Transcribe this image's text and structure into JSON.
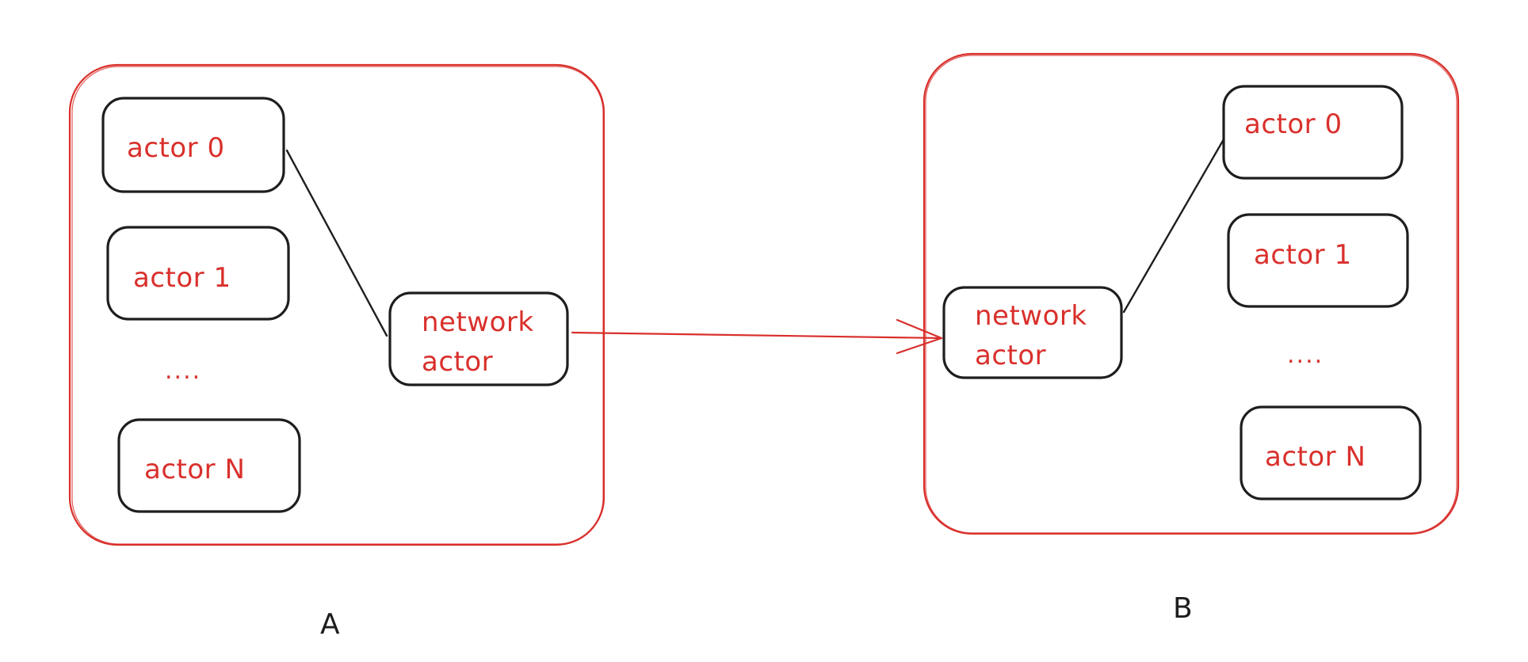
{
  "colors": {
    "accent": "#d9302c",
    "stroke": "#1e1e1e",
    "background": "#ffffff"
  },
  "group_a": {
    "label": "A",
    "actor_0": "actor 0",
    "actor_1": "actor 1",
    "ellipsis": "....",
    "actor_n": "actor N",
    "network_line1": "network",
    "network_line2": "actor"
  },
  "group_b": {
    "label": "B",
    "actor_0": "actor 0",
    "actor_1": "actor 1",
    "ellipsis": "....",
    "actor_n": "actor N",
    "network_line1": "network",
    "network_line2": "actor"
  }
}
